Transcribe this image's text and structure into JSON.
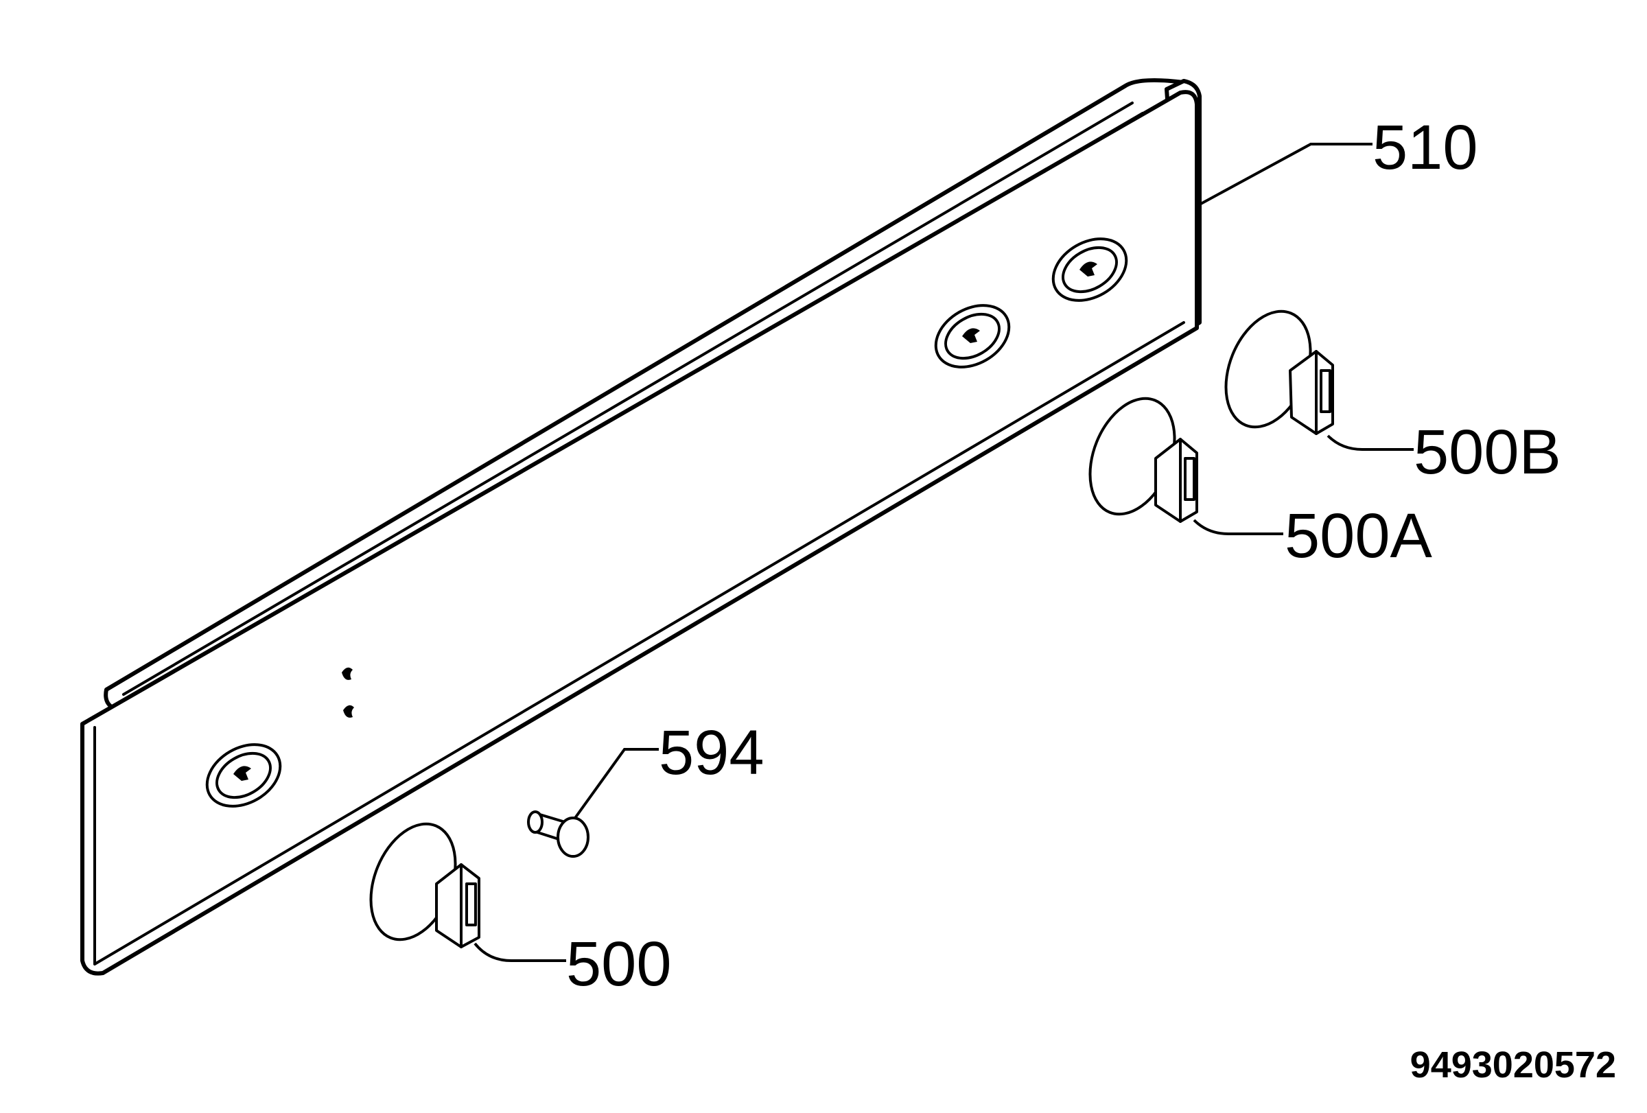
{
  "diagram": {
    "parts": [
      {
        "id": "510",
        "label": "510",
        "name": "control panel"
      },
      {
        "id": "500B",
        "label": "500B",
        "name": "knob"
      },
      {
        "id": "500A",
        "label": "500A",
        "name": "knob"
      },
      {
        "id": "594",
        "label": "594",
        "name": "indicator lamp"
      },
      {
        "id": "500",
        "label": "500",
        "name": "knob"
      }
    ],
    "drawing_number": "9493020572"
  }
}
